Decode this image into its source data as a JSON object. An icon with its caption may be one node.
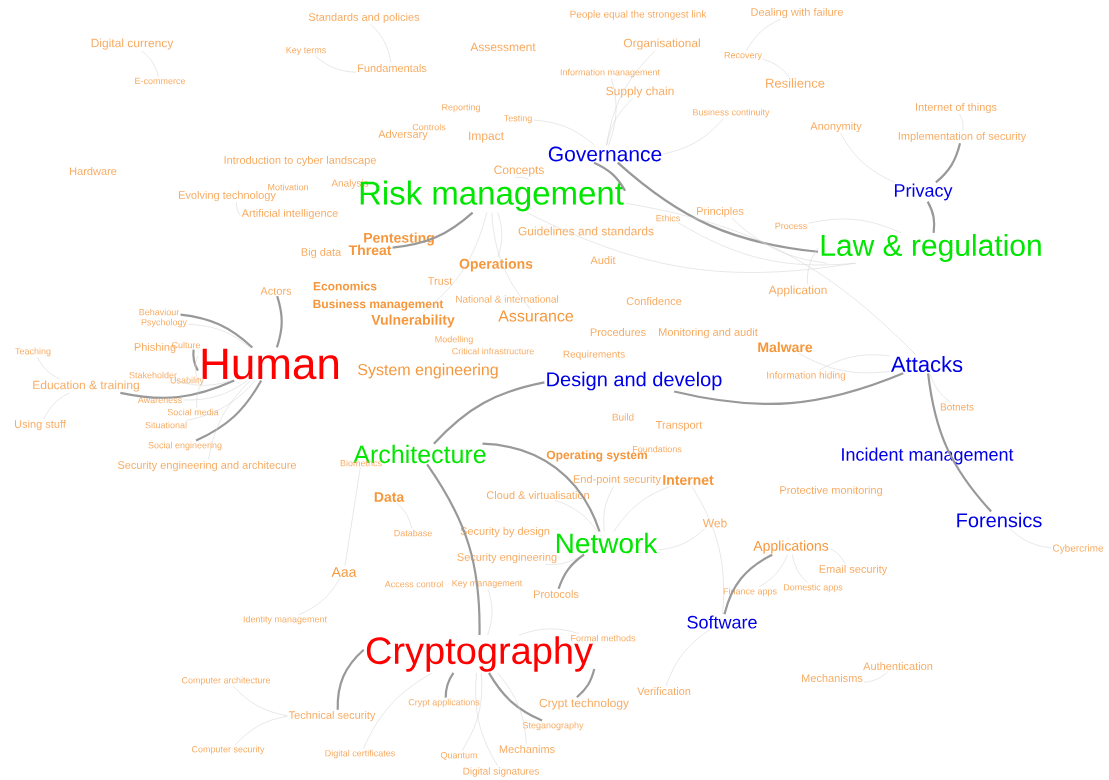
{
  "diagram": {
    "nodes": [
      {
        "text": [
          "Standards and policies"
        ]
      },
      {
        "text": [
          "People equal the strongest link"
        ]
      },
      {
        "text": [
          "Dealing with failure"
        ]
      },
      {
        "text": [
          "Digital currency"
        ]
      },
      {
        "text": [
          "Assessment"
        ]
      },
      {
        "text": [
          "Organisational"
        ]
      },
      {
        "text": [
          "Key terms"
        ]
      },
      {
        "text": [
          "Information management"
        ]
      },
      {
        "text": [
          "Recovery"
        ]
      },
      {
        "text": [
          "Fundamentals"
        ]
      },
      {
        "text": [
          "E-commerce"
        ]
      },
      {
        "text": [
          "Resilience"
        ]
      },
      {
        "text": [
          "Supply chain"
        ]
      },
      {
        "text": [
          "Internet of things"
        ]
      },
      {
        "text": [
          "Reporting"
        ]
      },
      {
        "text": [
          "Testing"
        ]
      },
      {
        "text": [
          "Business continuity"
        ]
      },
      {
        "text": [
          "Controls"
        ]
      },
      {
        "text": [
          "Anonymity"
        ]
      },
      {
        "text": [
          "Adversary"
        ]
      },
      {
        "text": [
          "Impact"
        ]
      },
      {
        "text": [
          "Implementation of security"
        ]
      },
      {
        "text": [
          "Introduction to cyber landscape"
        ]
      },
      {
        "text": [
          "Governance"
        ]
      },
      {
        "text": [
          "Hardware"
        ]
      },
      {
        "text": [
          "Concepts"
        ]
      },
      {
        "text": [
          "Motivation"
        ]
      },
      {
        "text": [
          "Analysis"
        ]
      },
      {
        "text": [
          "Risk management"
        ]
      },
      {
        "text": [
          "Privacy"
        ]
      },
      {
        "text": [
          "Evolving technology"
        ]
      },
      {
        "text": [
          "Artificial intelligence"
        ]
      },
      {
        "text": [
          "Ethics"
        ]
      },
      {
        "text": [
          "Principles"
        ]
      },
      {
        "text": [
          "Process"
        ]
      },
      {
        "text": [
          "Guidelines and standards"
        ]
      },
      {
        "text": [
          "Pentesting"
        ]
      },
      {
        "text": [
          "Law & regulation"
        ]
      },
      {
        "text": [
          "Big data"
        ]
      },
      {
        "text": [
          "Threat"
        ]
      },
      {
        "text": [
          "Audit"
        ]
      },
      {
        "text": [
          "Operations"
        ]
      },
      {
        "text": [
          "Trust"
        ]
      },
      {
        "text": [
          "Application"
        ]
      },
      {
        "text": [
          "Actors"
        ]
      },
      {
        "text": [
          "Economics"
        ]
      },
      {
        "text": [
          "National & international"
        ]
      },
      {
        "text": [
          "Confidence"
        ]
      },
      {
        "text": [
          "Business management"
        ]
      },
      {
        "text": [
          "Behaviour"
        ]
      },
      {
        "text": [
          "Assurance"
        ]
      },
      {
        "text": [
          "Vulnerability"
        ]
      },
      {
        "text": [
          "Psychology"
        ]
      },
      {
        "text": [
          "Procedures"
        ]
      },
      {
        "text": [
          "Monitoring and audit"
        ]
      },
      {
        "text": [
          "Modelling"
        ]
      },
      {
        "text": [
          "Malware"
        ]
      },
      {
        "text": [
          "Critical infrastructure"
        ]
      },
      {
        "text": [
          "Teaching"
        ]
      },
      {
        "text": [
          "Phishing"
        ]
      },
      {
        "text": [
          "Culture"
        ]
      },
      {
        "text": [
          "Human"
        ]
      },
      {
        "text": [
          "Attacks"
        ]
      },
      {
        "text": [
          "Requirements"
        ]
      },
      {
        "text": [
          "Stakeholder"
        ]
      },
      {
        "text": [
          "Usability"
        ]
      },
      {
        "text": [
          "System engineering"
        ]
      },
      {
        "text": [
          "Design and develop"
        ]
      },
      {
        "text": [
          "Education & training"
        ]
      },
      {
        "text": [
          "Information hiding"
        ]
      },
      {
        "text": [
          "Awareness"
        ]
      },
      {
        "text": [
          "Social media"
        ]
      },
      {
        "text": [
          "Botnets"
        ]
      },
      {
        "text": [
          "Build"
        ]
      },
      {
        "text": [
          "Situational"
        ]
      },
      {
        "text": [
          "Using stuff"
        ]
      },
      {
        "text": [
          "Transport"
        ]
      },
      {
        "text": [
          "Architecture"
        ]
      },
      {
        "text": [
          "Social engineering"
        ]
      },
      {
        "text": [
          "Foundations"
        ]
      },
      {
        "text": [
          "Operating system"
        ]
      },
      {
        "text": [
          "Incident management"
        ]
      },
      {
        "text": [
          "Biometrics"
        ]
      },
      {
        "text": [
          "Security engineering and architecure"
        ]
      },
      {
        "text": [
          "Data"
        ]
      },
      {
        "text": [
          "End-point security"
        ]
      },
      {
        "text": [
          "Internet"
        ]
      },
      {
        "text": [
          "Protective monitoring"
        ]
      },
      {
        "text": [
          "Cloud & virtualisation"
        ]
      },
      {
        "text": [
          "Forensics"
        ]
      },
      {
        "text": [
          "Web"
        ]
      },
      {
        "text": [
          "Database"
        ]
      },
      {
        "text": [
          "Security by design"
        ]
      },
      {
        "text": [
          "Network"
        ]
      },
      {
        "text": [
          "Applications"
        ]
      },
      {
        "text": [
          "Cybercrime"
        ]
      },
      {
        "text": [
          "Security engineering"
        ]
      },
      {
        "text": [
          "Email security"
        ]
      },
      {
        "text": [
          "Aaa"
        ]
      },
      {
        "text": [
          "Access control"
        ]
      },
      {
        "text": [
          "Key management"
        ]
      },
      {
        "text": [
          "Domestic apps"
        ]
      },
      {
        "text": [
          "Protocols"
        ]
      },
      {
        "text": [
          "Finance apps"
        ]
      },
      {
        "text": [
          "Identity management"
        ]
      },
      {
        "text": [
          "Software"
        ]
      },
      {
        "text": [
          "Formal methods"
        ]
      },
      {
        "text": [
          "Cryptography"
        ]
      },
      {
        "text": [
          "Authentication"
        ]
      },
      {
        "text": [
          "Mechanisms"
        ]
      },
      {
        "text": [
          "Computer architecture"
        ]
      },
      {
        "text": [
          "Verification"
        ]
      },
      {
        "text": [
          "Crypt technology"
        ]
      },
      {
        "text": [
          "Crypt applications"
        ]
      },
      {
        "text": [
          "Technical security"
        ]
      },
      {
        "text": [
          "Steganography"
        ]
      },
      {
        "text": [
          "Computer security"
        ]
      },
      {
        "text": [
          "Mechanims"
        ]
      },
      {
        "text": [
          "Digital certificates"
        ]
      },
      {
        "text": [
          "Quantum"
        ]
      },
      {
        "text": [
          "Digital signatures"
        ]
      }
    ],
    "edges": [
      {
        "from": 61,
        "to": 68,
        "arrow": "none",
        "style": "thick"
      },
      {
        "from": 61,
        "to": 49,
        "arrow": "none",
        "style": "thick"
      },
      {
        "from": 61,
        "to": 78,
        "arrow": "none",
        "style": "thick"
      },
      {
        "from": 61,
        "to": 44,
        "arrow": "none",
        "style": "thick"
      },
      {
        "from": 61,
        "to": 60,
        "arrow": "none",
        "style": "thick"
      },
      {
        "from": 28,
        "to": 23,
        "arrow": "none",
        "style": "thick"
      },
      {
        "from": 28,
        "to": 39,
        "arrow": "none",
        "style": "thick"
      },
      {
        "from": 23,
        "to": 37,
        "arrow": "none",
        "style": "thick"
      },
      {
        "from": 29,
        "to": 37,
        "arrow": "none",
        "style": "thick"
      },
      {
        "from": 29,
        "to": 21,
        "arrow": "none",
        "style": "thick"
      },
      {
        "from": 77,
        "to": 67,
        "arrow": "none",
        "style": "thick"
      },
      {
        "from": 77,
        "to": 107,
        "arrow": "none",
        "style": "thick"
      },
      {
        "from": 77,
        "to": 93,
        "arrow": "none",
        "style": "thick"
      },
      {
        "from": 93,
        "to": 102,
        "arrow": "none",
        "style": "thick"
      },
      {
        "from": 107,
        "to": 112,
        "arrow": "none",
        "style": "thick"
      },
      {
        "from": 107,
        "to": 113,
        "arrow": "none",
        "style": "thick"
      },
      {
        "from": 107,
        "to": 114,
        "arrow": "none",
        "style": "thick"
      },
      {
        "from": 107,
        "to": 115,
        "arrow": "none",
        "style": "thick"
      },
      {
        "from": 62,
        "to": 89,
        "arrow": "none",
        "style": "thick"
      },
      {
        "from": 67,
        "to": 62,
        "arrow": "none",
        "style": "thick"
      },
      {
        "from": 94,
        "to": 105,
        "arrow": "none",
        "style": "thick"
      },
      {
        "from": 28,
        "to": 37,
        "arrow": "none"
      },
      {
        "from": 28,
        "to": 62,
        "arrow": "none"
      },
      {
        "from": 105,
        "to": 86,
        "arrow": "none"
      },
      {
        "from": 15,
        "to": 23,
        "arrow": "none"
      },
      {
        "from": 12,
        "to": 23,
        "arrow": "none"
      },
      {
        "from": 16,
        "to": 23,
        "arrow": "none"
      },
      {
        "from": 30,
        "to": 31,
        "arrow": "none"
      },
      {
        "from": 3,
        "to": 10,
        "arrow": "none"
      },
      {
        "from": 58,
        "to": 68,
        "arrow": "none"
      },
      {
        "from": 75,
        "to": 68,
        "arrow": "none"
      },
      {
        "from": 2,
        "to": 8,
        "arrow": "none"
      },
      {
        "from": 8,
        "to": 11,
        "arrow": "none"
      },
      {
        "from": 6,
        "to": 9,
        "arrow": "none"
      },
      {
        "from": 0,
        "to": 9,
        "arrow": "none"
      },
      {
        "from": 110,
        "to": 114,
        "arrow": "none"
      },
      {
        "from": 116,
        "to": 114,
        "arrow": "none"
      },
      {
        "from": 89,
        "to": 95,
        "arrow": "none"
      },
      {
        "from": 13,
        "to": 21,
        "arrow": "none"
      },
      {
        "from": 109,
        "to": 108,
        "arrow": "none"
      },
      {
        "from": 98,
        "to": 104,
        "arrow": "none"
      },
      {
        "from": 98,
        "to": 82,
        "arrow": "none"
      },
      {
        "from": 84,
        "to": 91,
        "arrow": "none"
      },
      {
        "from": 28,
        "to": 25,
        "arrow": "none"
      },
      {
        "from": 28,
        "to": 41,
        "arrow": "none"
      },
      {
        "from": 28,
        "to": 50,
        "arrow": "none"
      },
      {
        "from": 28,
        "to": 51,
        "arrow": "none"
      },
      {
        "from": 61,
        "to": 52,
        "arrow": "none"
      },
      {
        "from": 61,
        "to": 64,
        "arrow": "none"
      },
      {
        "from": 61,
        "to": 65,
        "arrow": "none"
      },
      {
        "from": 61,
        "to": 70,
        "arrow": "none"
      },
      {
        "from": 61,
        "to": 71,
        "arrow": "none"
      },
      {
        "from": 61,
        "to": 74,
        "arrow": "none"
      },
      {
        "from": 61,
        "to": 83,
        "arrow": "none"
      },
      {
        "from": 107,
        "to": 119,
        "arrow": "none"
      },
      {
        "from": 107,
        "to": 120,
        "arrow": "none"
      },
      {
        "from": 107,
        "to": 117,
        "arrow": "none"
      },
      {
        "from": 107,
        "to": 118,
        "arrow": "none"
      },
      {
        "from": 107,
        "to": 106,
        "arrow": "none"
      },
      {
        "from": 107,
        "to": 100,
        "arrow": "none"
      },
      {
        "from": 29,
        "to": 18,
        "arrow": "none"
      },
      {
        "from": 105,
        "to": 111,
        "arrow": "none"
      },
      {
        "from": 94,
        "to": 97,
        "arrow": "none"
      },
      {
        "from": 94,
        "to": 101,
        "arrow": "none"
      },
      {
        "from": 94,
        "to": 103,
        "arrow": "none"
      },
      {
        "from": 62,
        "to": 72,
        "arrow": "none"
      },
      {
        "from": 62,
        "to": 56,
        "arrow": "none"
      },
      {
        "from": 62,
        "to": 69,
        "arrow": "none"
      },
      {
        "from": 37,
        "to": 33,
        "arrow": "none"
      },
      {
        "from": 37,
        "to": 34,
        "arrow": "none"
      },
      {
        "from": 37,
        "to": 32,
        "arrow": "none"
      },
      {
        "from": 37,
        "to": 43,
        "arrow": "none"
      },
      {
        "from": 23,
        "to": 5,
        "arrow": "none"
      },
      {
        "from": 23,
        "to": 7,
        "arrow": "none"
      },
      {
        "from": 93,
        "to": 86,
        "arrow": "none"
      },
      {
        "from": 93,
        "to": 90,
        "arrow": "none"
      },
      {
        "from": 93,
        "to": 85,
        "arrow": "none"
      },
      {
        "from": 93,
        "to": 88,
        "arrow": "none"
      },
      {
        "from": 93,
        "to": 96,
        "arrow": "none"
      }
    ]
  }
}
